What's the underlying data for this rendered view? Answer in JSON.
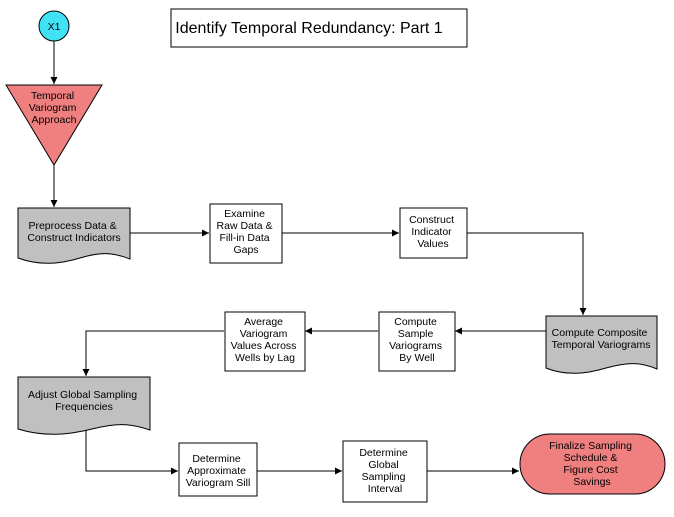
{
  "title": "Identify Temporal Redundancy: Part 1",
  "connector": {
    "label": "X1"
  },
  "nodes": {
    "temporal_variogram_approach": {
      "lines": [
        "Temporal",
        "Variogram",
        "Approach"
      ]
    },
    "preprocess_data": {
      "lines": [
        "Preprocess Data &",
        "Construct Indicators"
      ]
    },
    "examine_raw_data": {
      "lines": [
        "Examine",
        "Raw Data &",
        "Fill-in Data",
        "Gaps"
      ]
    },
    "construct_indicator_values": {
      "lines": [
        "Construct",
        "Indicator",
        "Values"
      ]
    },
    "compute_composite": {
      "lines": [
        "Compute Composite",
        "Temporal Variograms"
      ]
    },
    "compute_sample_variograms": {
      "lines": [
        "Compute",
        "Sample",
        "Variograms",
        "By Well"
      ]
    },
    "average_variogram_values": {
      "lines": [
        "Average",
        "Variogram",
        "Values Across",
        "Wells by Lag"
      ]
    },
    "adjust_global_sampling": {
      "lines": [
        "Adjust Global Sampling",
        "Frequencies"
      ]
    },
    "determine_approximate_sill": {
      "lines": [
        "Determine",
        "Approximate",
        "Variogram Sill"
      ]
    },
    "determine_sampling_interval": {
      "lines": [
        "Determine",
        "Global",
        "Sampling",
        "Interval"
      ]
    },
    "finalize_sampling_schedule": {
      "lines": [
        "Finalize Sampling",
        "Schedule &",
        "Figure Cost",
        "Savings"
      ]
    }
  },
  "colors": {
    "connector_fill": "#3fe3f5",
    "triangle_fill": "#f08080",
    "document_fill": "#c0c0c0",
    "terminal_fill": "#f08080",
    "box_fill": "#ffffff",
    "stroke": "#000000"
  }
}
